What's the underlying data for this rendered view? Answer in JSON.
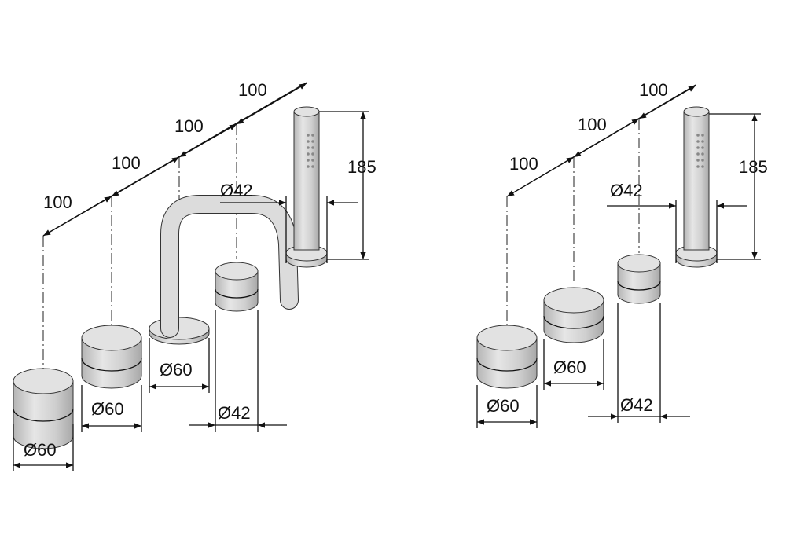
{
  "left_group": {
    "spacing_labels": [
      "100",
      "100",
      "100",
      "100"
    ],
    "shower_diameter": "Ø42",
    "shower_height": "185",
    "knob1_diameter": "Ø60",
    "knob2_diameter": "Ø60",
    "spout_diameter": "Ø60",
    "small_knob_diameter": "Ø42"
  },
  "right_group": {
    "spacing_labels": [
      "100",
      "100",
      "100"
    ],
    "shower_diameter": "Ø42",
    "shower_height": "185",
    "knob1_diameter": "Ø60",
    "knob2_diameter": "Ø60",
    "small_knob_diameter": "Ø42"
  }
}
